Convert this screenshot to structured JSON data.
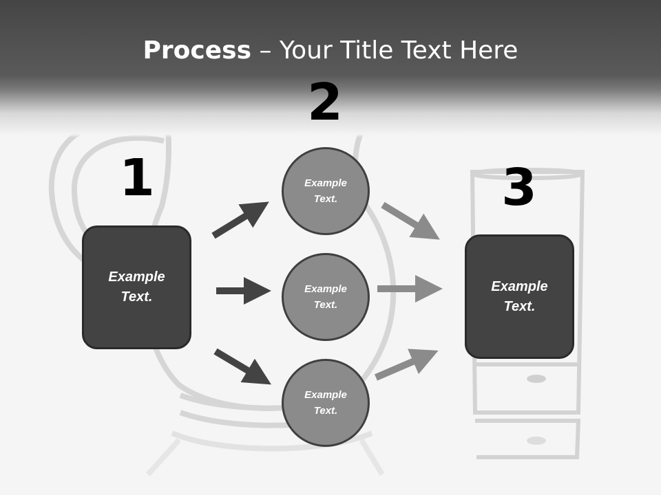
{
  "title": {
    "bold": "Process",
    "separator": " – ",
    "rest": "Your Title Text Here"
  },
  "steps": [
    {
      "number": "1",
      "label": "Example Text."
    },
    {
      "number": "2",
      "items": [
        {
          "label": "Example Text."
        },
        {
          "label": "Example Text."
        },
        {
          "label": "Example Text."
        }
      ]
    },
    {
      "number": "3",
      "label": "Example Text."
    }
  ],
  "colors": {
    "header": "#4f4f4f",
    "box_fill": "#434343",
    "circle_fill": "#8b8b8b",
    "arrow_dark": "#434343",
    "arrow_light": "#8b8b8b"
  }
}
